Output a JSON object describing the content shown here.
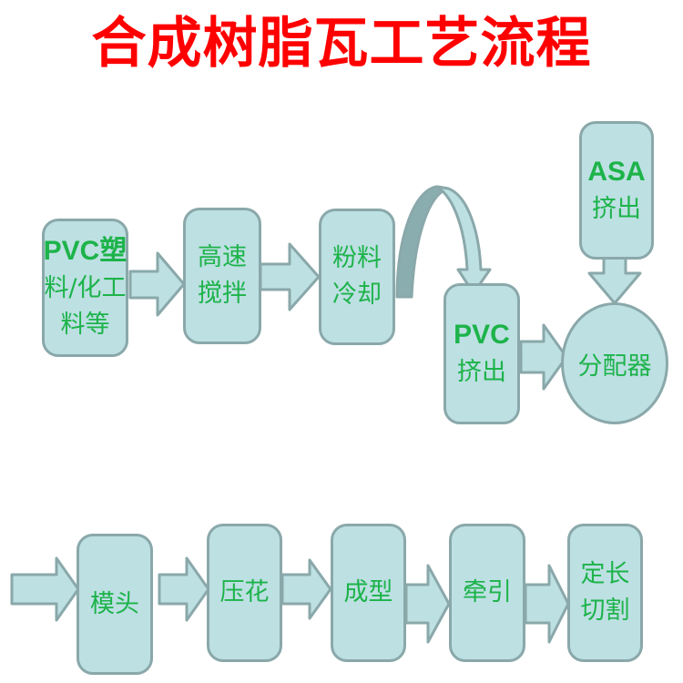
{
  "title": "合成树脂瓦工艺流程",
  "colors": {
    "title": "#ff0000",
    "box_fill": "#bde0e3",
    "box_border": "#8aa8aa",
    "text": "#1db34a",
    "curve_dark": "#8aaeb0"
  },
  "nodes": {
    "raw_material": {
      "lines": [
        "PVC塑",
        "料/化工",
        "料等"
      ]
    },
    "high_speed_mixing": {
      "lines": [
        "高速",
        "搅拌"
      ]
    },
    "powder_cooling": {
      "lines": [
        "粉料",
        "冷却"
      ]
    },
    "pvc_extrusion": {
      "lines": [
        "PVC",
        "挤出"
      ]
    },
    "asa_extrusion": {
      "lines": [
        "ASA",
        "挤出"
      ]
    },
    "distributor": {
      "lines": [
        "分配器"
      ]
    },
    "die_head": {
      "lines": [
        "模头"
      ]
    },
    "embossing": {
      "lines": [
        "压花"
      ]
    },
    "forming": {
      "lines": [
        "成型"
      ]
    },
    "traction": {
      "lines": [
        "牵引"
      ]
    },
    "cut_to_length": {
      "lines": [
        "定长",
        "切割"
      ]
    }
  }
}
